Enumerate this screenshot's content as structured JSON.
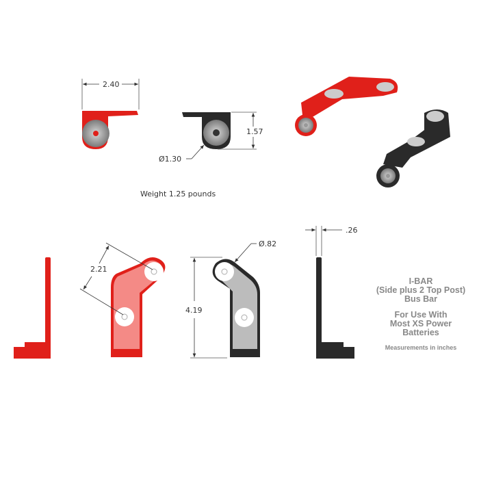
{
  "colors": {
    "red": "#e0201a",
    "red_light": "#f48a86",
    "black": "#2a2a2a",
    "gray_fill": "#bcbcbc",
    "text": "#333333",
    "info_text": "#888888"
  },
  "dimensions": {
    "width_top": "2.40",
    "height_side": "1.57",
    "diameter_end": "Ø1.30",
    "hole_spacing": "2.21",
    "hole_diameter": "Ø.82",
    "total_height": "4.19",
    "thickness": ".26"
  },
  "weight_label": "Weight 1.25 pounds",
  "info": {
    "title_lines": [
      "I-BAR",
      "(Side plus 2 Top Post)",
      "Bus Bar"
    ],
    "usage_lines": [
      "For Use With",
      "Most XS Power",
      "Batteries"
    ],
    "note": "Measurements in inches"
  }
}
